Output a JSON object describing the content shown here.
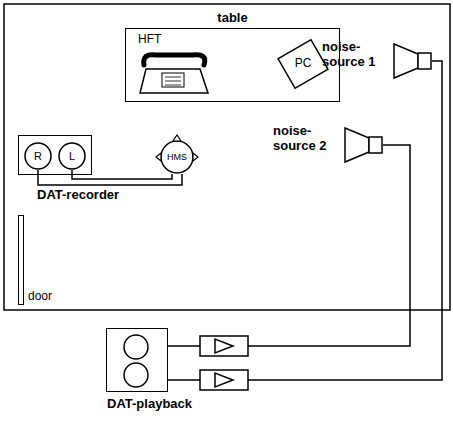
{
  "diagram": {
    "nodes": [
      {
        "text": [
          "table"
        ]
      },
      {
        "text": [
          "HFT"
        ],
        "in": 0
      },
      {
        "text": [
          "PC"
        ],
        "in": 0
      },
      {
        "text": [
          "noise- source 1"
        ]
      },
      {
        "text": [
          "noise- source 2"
        ]
      },
      {
        "text": [
          "DAT-recorder"
        ]
      },
      {
        "text": [
          "R"
        ],
        "in": 5
      },
      {
        "text": [
          "L"
        ],
        "in": 5
      },
      {
        "text": [
          "HMS"
        ]
      },
      {
        "text": [
          "door"
        ]
      },
      {
        "text": [
          "DAT-playback"
        ]
      }
    ],
    "edges": [
      {
        "from": 6,
        "to": 8,
        "arrow": "none"
      },
      {
        "from": 7,
        "to": 8,
        "arrow": "none"
      },
      {
        "from": 10,
        "to": 4,
        "arrow": "none"
      },
      {
        "from": 10,
        "to": 3,
        "arrow": "none"
      }
    ]
  }
}
